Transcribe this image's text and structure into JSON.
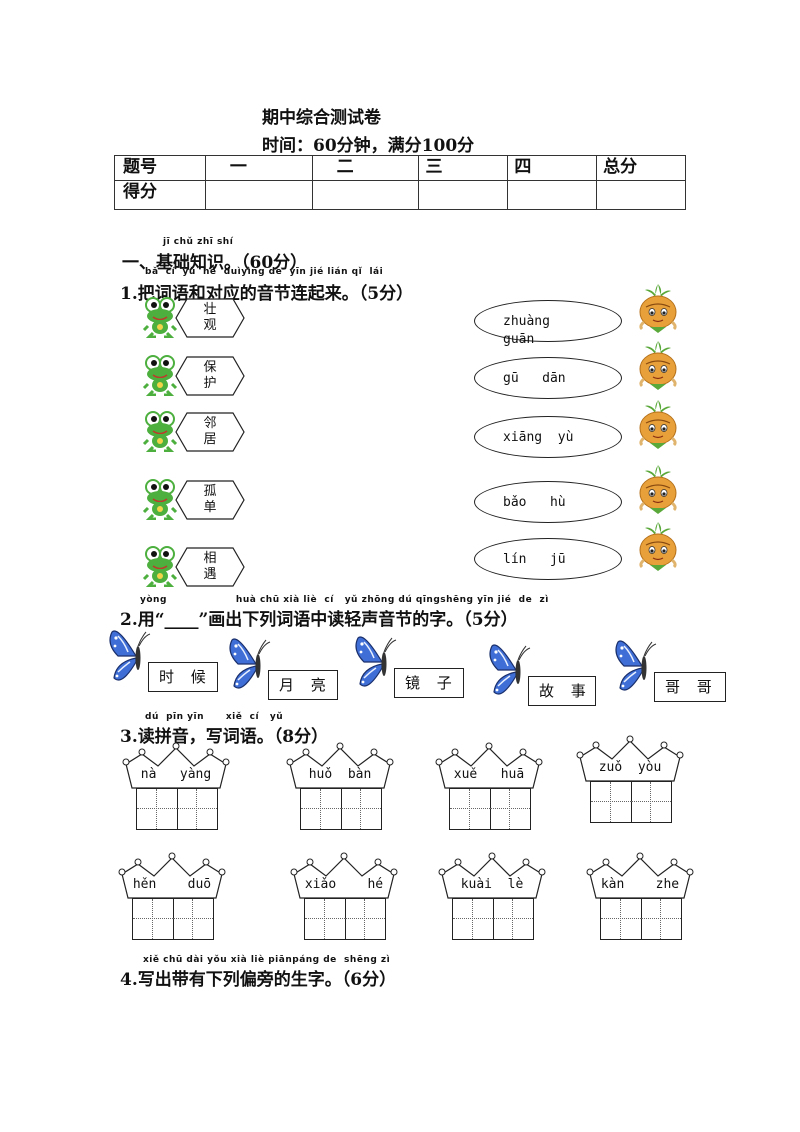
{
  "header": {
    "title": "期中综合测试卷",
    "subtitle": "时间：60分钟，满分100分"
  },
  "score_table": {
    "row1": [
      "题号",
      "一",
      "二",
      "三",
      "四",
      "总分"
    ],
    "row2": [
      "得分",
      "",
      "",
      "",
      "",
      ""
    ]
  },
  "section1": {
    "pinyin": "jī chǔ zhī shí",
    "title": "一、基础知识。（60分）"
  },
  "q1": {
    "pinyin": "bǎ  cí  yǔ  hé  duìyìng de  yīn jié lián qǐ  lái",
    "title": "1.把词语和对应的音节连起来。（5分）",
    "words": [
      "壮\n观",
      "保\n护",
      "邻\n居",
      "孤\n单",
      "相\n遇"
    ],
    "syllables": [
      "zhuàng\nguān",
      "gū   dān",
      "xiāng  yù",
      "bǎo   hù",
      "lín   jū"
    ]
  },
  "q2": {
    "pinyin": "yòng                   huà chū xià liè  cí   yǔ zhōng dú qīngshēng yīn jié  de  zì",
    "title": "2.用“____”画出下列词语中读轻声音节的字。（5分）",
    "words": [
      "时 候",
      "月 亮",
      "镜  子",
      "故  事",
      "哥 哥"
    ]
  },
  "q3": {
    "pinyin": "dú  pīn yīn      xiě  cí   yǔ",
    "title": "3.读拼音，写词语。（8分）",
    "items": [
      "nà   yàng",
      "huǒ  bàn",
      "xuě   huā",
      "zuǒ  yòu",
      "hěn    duō",
      "xiǎo    hé",
      "kuài  lè",
      "kàn    zhe"
    ]
  },
  "q4": {
    "pinyin": "xiě chū dài yǒu xià liè piānpáng de  shēng zì",
    "title": "4.写出带有下列偏旁的生字。（6分）"
  },
  "colors": {
    "frog": "#4caf3e",
    "onion": "#e8a13a",
    "butterfly": "#3f6fd6",
    "ink": "#111111"
  }
}
